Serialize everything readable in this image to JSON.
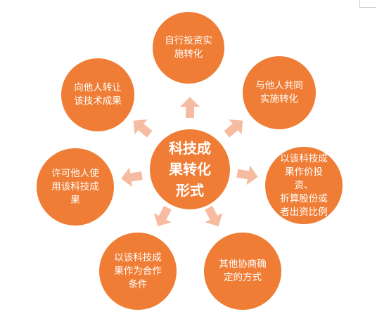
{
  "colors": {
    "node_fill": "#ef7d35",
    "arrow_fill": "#f6bba0",
    "text": "#ffffff"
  },
  "center": {
    "label_lines": [
      "科技成",
      "果转化",
      "形式"
    ]
  },
  "nodes": [
    {
      "id": "self-implement",
      "label_lines": [
        "自行投资实",
        "施转化"
      ]
    },
    {
      "id": "joint-implement",
      "label_lines": [
        "与他人共同",
        "实施转化"
      ]
    },
    {
      "id": "equity-investment",
      "label_lines": [
        "以该科技成",
        "果作价投资、",
        "折算股份或",
        "者出资比例"
      ]
    },
    {
      "id": "negotiated",
      "label_lines": [
        "其他协商确",
        "定的方式"
      ]
    },
    {
      "id": "cooperation-condition",
      "label_lines": [
        "以该科技成",
        "果作为合作",
        "条件"
      ]
    },
    {
      "id": "license",
      "label_lines": [
        "许可他人使",
        "用该科技成",
        "果"
      ]
    },
    {
      "id": "transfer",
      "label_lines": [
        "向他人转让",
        "该技术成果"
      ]
    }
  ]
}
